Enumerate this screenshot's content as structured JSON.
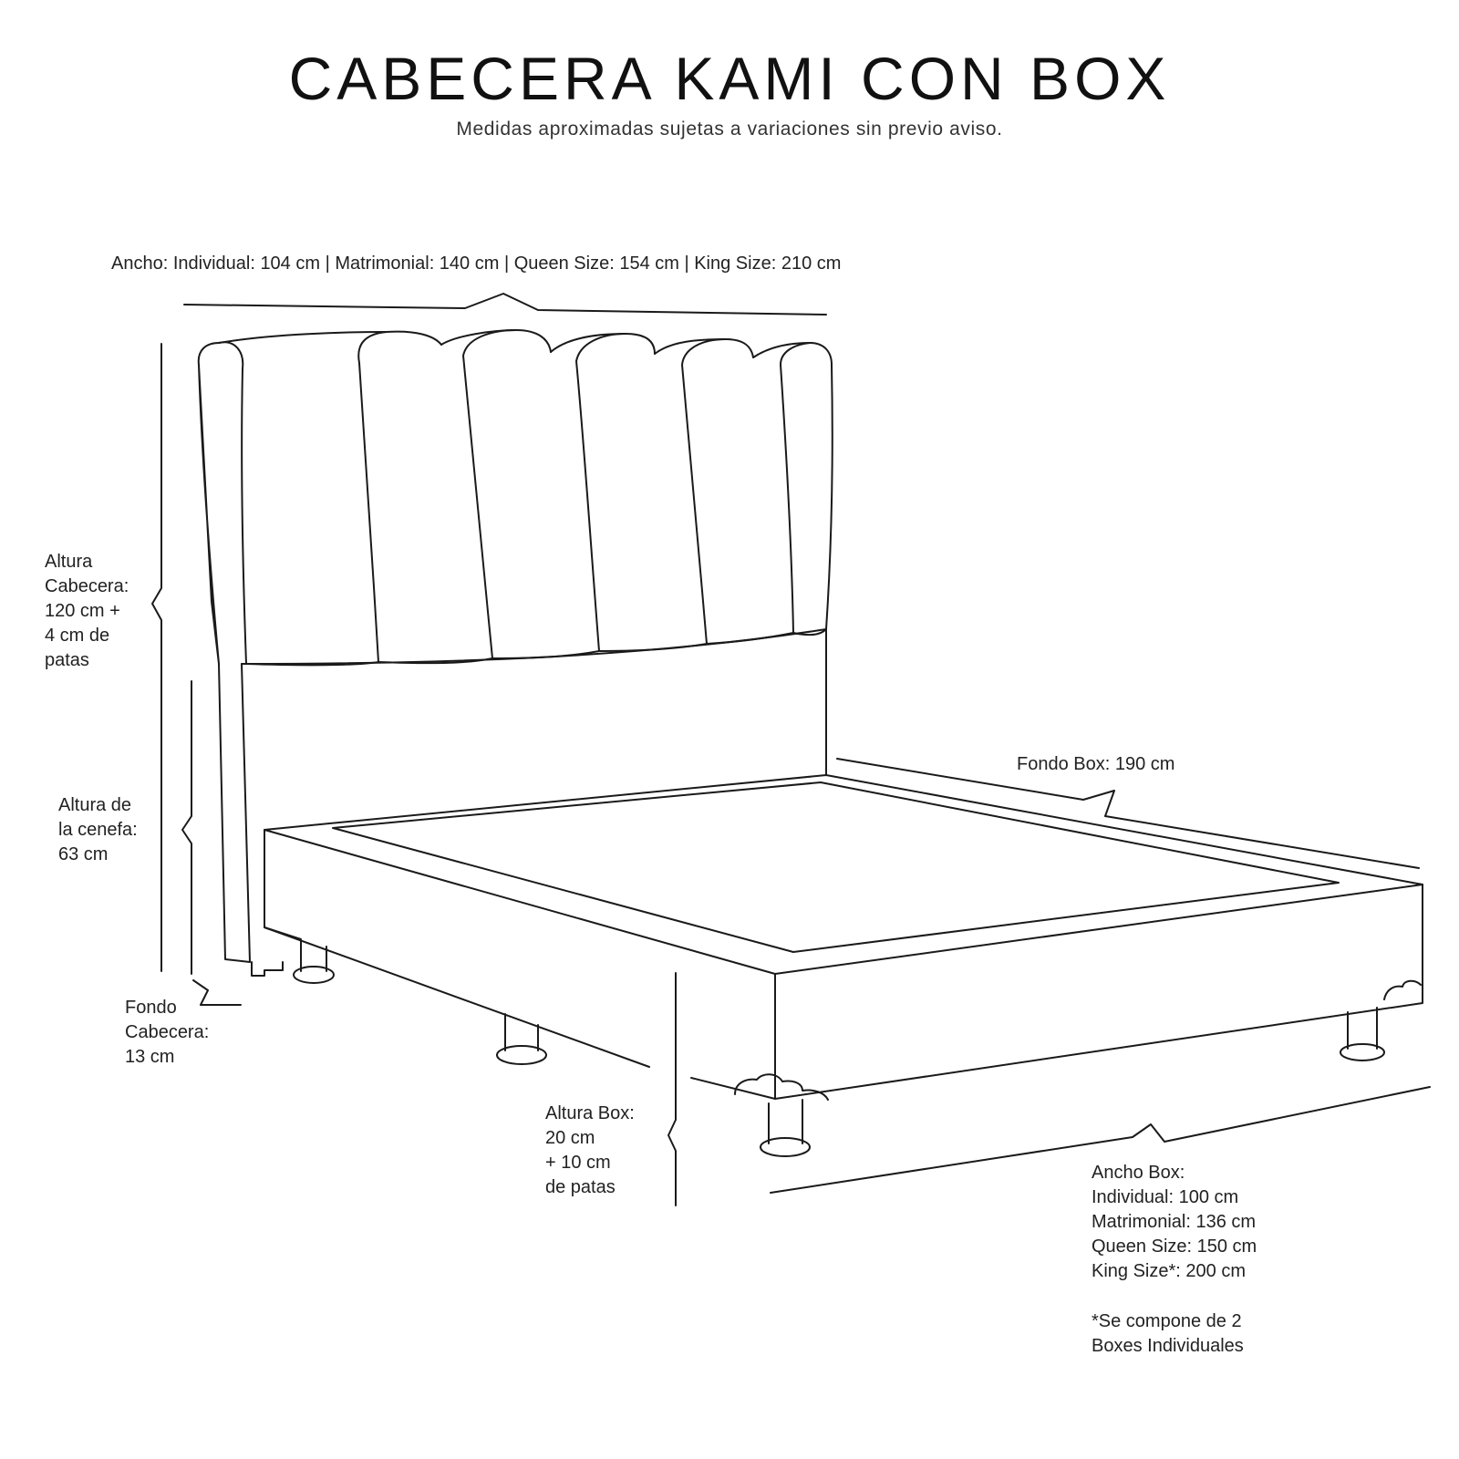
{
  "title": "CABECERA KAMI CON BOX",
  "subtitle": "Medidas aproximadas sujetas a variaciones sin previo aviso.",
  "dimensions": {
    "headboard_width": "Ancho: Individual: 104 cm | Matrimonial: 140 cm | Queen Size: 154 cm | King Size: 210 cm",
    "headboard_height": [
      "Altura",
      "Cabecera:",
      "120 cm +",
      "4 cm de",
      "patas"
    ],
    "valance_height": [
      "Altura de",
      "la cenefa:",
      "63 cm"
    ],
    "headboard_depth": [
      "Fondo",
      "Cabecera:",
      "13 cm"
    ],
    "box_depth": "Fondo Box: 190 cm",
    "box_height": [
      "Altura Box:",
      "20 cm",
      "+ 10 cm",
      "de patas"
    ],
    "box_width": [
      "Ancho Box:",
      "Individual: 100 cm",
      "Matrimonial: 136 cm",
      "Queen Size: 150 cm",
      "King Size*: 200 cm"
    ],
    "footnote": [
      "*Se compone de 2",
      "Boxes Individuales"
    ]
  }
}
